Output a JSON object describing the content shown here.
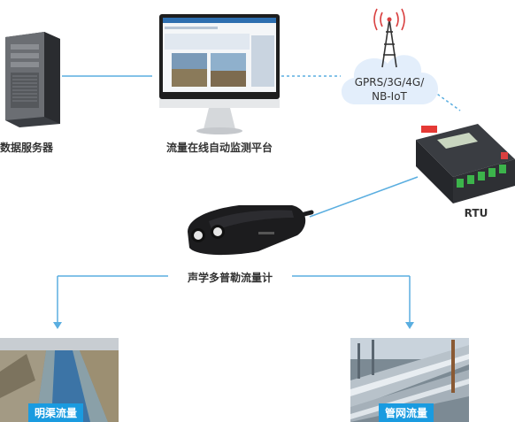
{
  "nodes": {
    "server": {
      "label": "数据服务器",
      "icon": "server-icon"
    },
    "platform": {
      "label": "流量在线自动监测平台",
      "icon": "monitor-icon"
    },
    "cloud": {
      "line1": "GPRS/3G/4G/",
      "line2": "NB-IoT",
      "icon": "cell-tower-icon"
    },
    "rtu": {
      "label": "RTU",
      "icon": "rtu-device-icon"
    },
    "sensor": {
      "label": "声学多普勒流量计",
      "icon": "doppler-sensor-icon"
    },
    "channel": {
      "label": "明渠流量",
      "icon": "open-channel-photo"
    },
    "pipe": {
      "label": "管网流量",
      "icon": "pipe-network-photo"
    }
  },
  "colors": {
    "line": "#5aaee0",
    "badge": "#1a9be0",
    "cloud": "#e3eefb",
    "text": "#333333"
  }
}
